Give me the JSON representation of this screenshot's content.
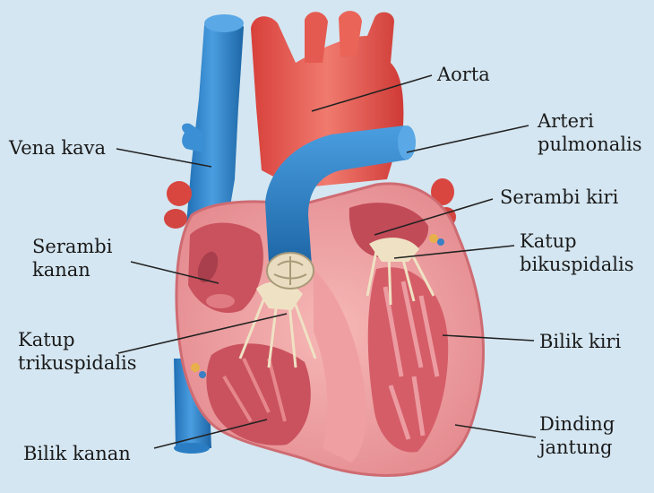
{
  "labels": {
    "aorta": [
      "Aorta"
    ],
    "arteri_pulmonalis": [
      "Arteri",
      "pulmonalis"
    ],
    "vena_kava": [
      "Vena kava"
    ],
    "serambi_kiri": [
      "Serambi kiri"
    ],
    "serambi_kanan": [
      "Serambi",
      "kanan"
    ],
    "katup_bikuspidalis": [
      "Katup",
      "bikuspidalis"
    ],
    "katup_trikuspidalis": [
      "Katup",
      "trikuspidalis"
    ],
    "bilik_kiri": [
      "Bilik kiri"
    ],
    "bilik_kanan": [
      "Bilik kanan"
    ],
    "dinding_jantung": [
      "Dinding",
      "jantung"
    ]
  },
  "colors": {
    "background": "#d4e6f1",
    "vein_blue": "#2f86cc",
    "artery_red": "#e5504a",
    "muscle_pink": "#ee9ba0",
    "muscle_dark": "#c9525e",
    "valve_cream": "#efe2c4",
    "leader_line": "#222222"
  }
}
